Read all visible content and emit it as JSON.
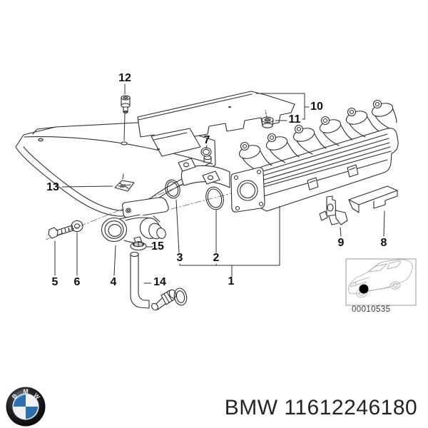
{
  "page": {
    "background": "#ffffff"
  },
  "diagram": {
    "callouts": {
      "c1": "1",
      "c2": "2",
      "c3": "3",
      "c4": "4",
      "c5": "5",
      "c6": "6",
      "c7": "7",
      "c8": "8",
      "c9": "9",
      "c10": "10",
      "c11": "11",
      "c12": "12",
      "c13": "13",
      "c14": "14",
      "c15": "15"
    },
    "thumbnail_code": "00010535"
  },
  "footer": {
    "part_label": "BMW 11612246180",
    "logo_letters": {
      "l0": "B",
      "l1": "M",
      "l2": "W"
    },
    "logo_blue": "#2e6fb0"
  }
}
